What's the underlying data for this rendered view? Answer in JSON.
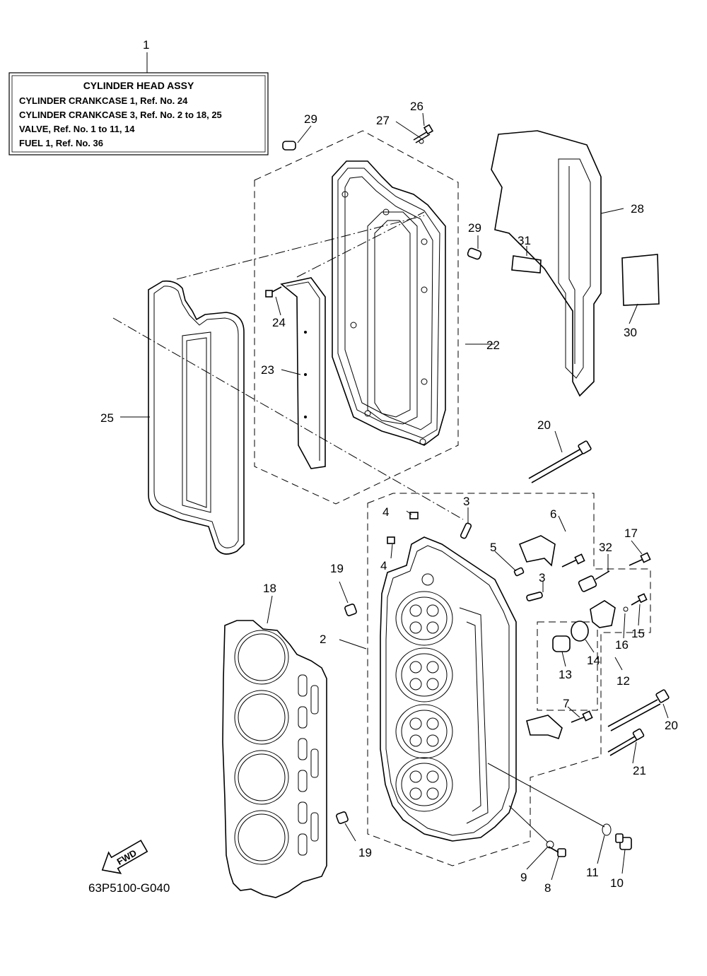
{
  "ref_box": {
    "number": "1",
    "title": "CYLINDER HEAD ASSY",
    "lines": [
      "CYLINDER CRANKCASE 1,  Ref. No. 24",
      "CYLINDER CRANKCASE 3,  Ref. No. 2 to 18, 25",
      "VALVE,  Ref. No. 1 to 11, 14",
      "FUEL 1,  Ref. No. 36"
    ]
  },
  "fwd_label": "FWD",
  "drawing_code": "63P5100-G040",
  "callouts": {
    "c2": "2",
    "c3a": "3",
    "c3b": "3",
    "c4a": "4",
    "c4b": "4",
    "c5": "5",
    "c6": "6",
    "c7": "7",
    "c8": "8",
    "c9": "9",
    "c10": "10",
    "c11": "11",
    "c12": "12",
    "c13": "13",
    "c14": "14",
    "c15": "15",
    "c16": "16",
    "c17": "17",
    "c18": "18",
    "c19a": "19",
    "c19b": "19",
    "c20a": "20",
    "c20b": "20",
    "c21": "21",
    "c22": "22",
    "c23": "23",
    "c24": "24",
    "c25": "25",
    "c26": "26",
    "c27": "27",
    "c28": "28",
    "c29a": "29",
    "c29b": "29",
    "c30": "30",
    "c31": "31",
    "c32": "32"
  }
}
